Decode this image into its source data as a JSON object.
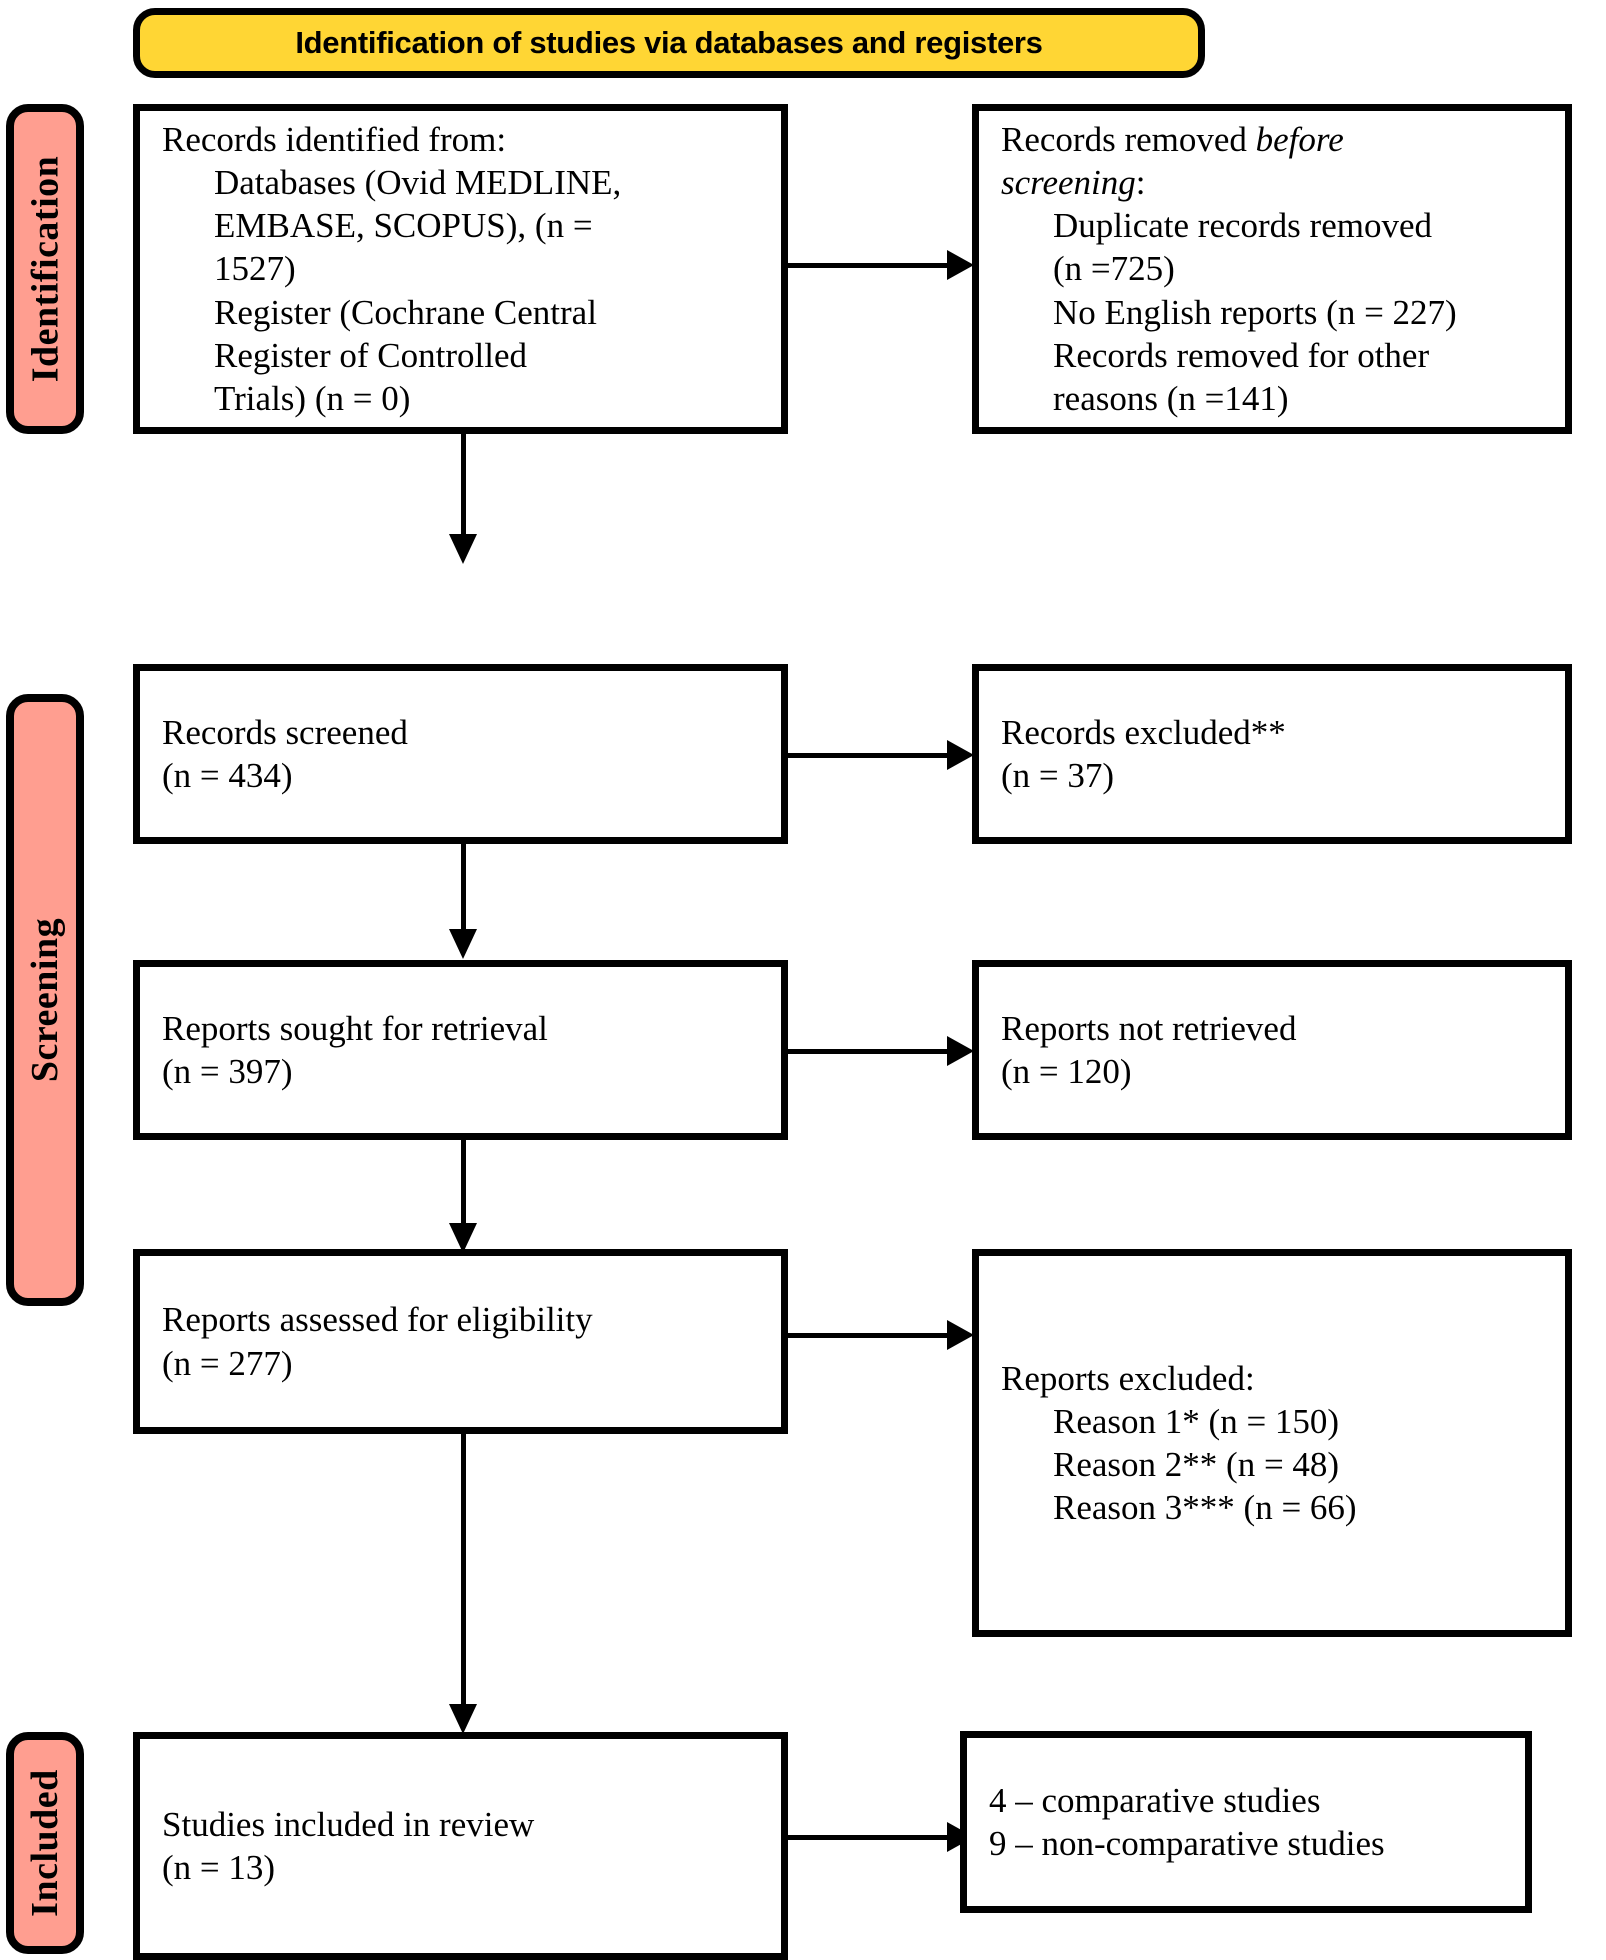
{
  "diagram": {
    "type": "prisma-flow-diagram",
    "colors": {
      "banner_fill": "#FFD634",
      "stage_fill": "#FF9E90",
      "box_fill": "#FFFFFF",
      "stroke": "#000000"
    },
    "banner": {
      "title": "Identification of studies via databases and registers"
    },
    "stages": [
      {
        "id": "identification",
        "label": "Identification"
      },
      {
        "id": "screening",
        "label": "Screening"
      },
      {
        "id": "included",
        "label": "Included"
      }
    ],
    "boxes": {
      "records_identified": {
        "lines": [
          "Records identified from:",
          "Databases (Ovid MEDLINE, EMBASE, SCOPUS), (n = 1527)",
          "Register (Cochrane Central Register of Controlled Trials) (n = 0)"
        ],
        "l1": "Records identified from:",
        "l2": "Databases (Ovid MEDLINE, EMBASE, SCOPUS), (n =",
        "l3": "1527)",
        "l4": "Register (Cochrane Central",
        "l5": "Register of Controlled",
        "l6": "Trials) (n = 0)"
      },
      "records_removed": {
        "l1a": "Records removed ",
        "l1b": "before",
        "l2": "screening",
        "l2b": ":",
        "l3": "Duplicate records removed",
        "l4": "(n =725)",
        "l5": "No English reports (n = 227)",
        "l6": "Records removed for other",
        "l7": "reasons (n =141)"
      },
      "records_screened": {
        "l1": "Records screened",
        "l2": "(n = 434)"
      },
      "records_excluded": {
        "l1": "Records excluded**",
        "l2": "(n = 37)"
      },
      "reports_sought": {
        "l1": "Reports sought for retrieval",
        "l2": "(n = 397)"
      },
      "reports_not_retrieved": {
        "l1": "Reports not retrieved",
        "l2": "(n = 120)"
      },
      "reports_assessed": {
        "l1": "Reports assessed for eligibility",
        "l2": "(n = 277)"
      },
      "reports_excluded": {
        "l1": "Reports excluded:",
        "l2": "Reason 1* (n = 150)",
        "l3": "Reason 2** (n = 48)",
        "l4": "Reason 3*** (n = 66)"
      },
      "studies_included": {
        "l1": "Studies included in review",
        "l2": "(n = 13)"
      },
      "studies_breakdown": {
        "l1": "4 – comparative studies",
        "l2": "9 – non-comparative studies"
      }
    }
  }
}
